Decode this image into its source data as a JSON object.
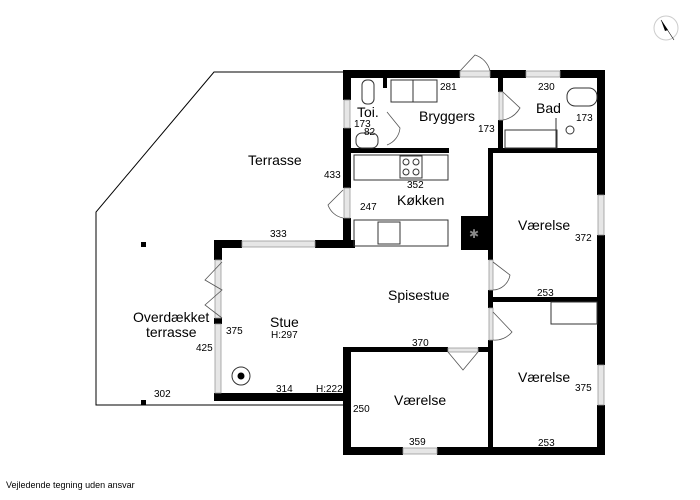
{
  "rooms": {
    "terrasse": "Terrasse",
    "overdaekket_1": "Overdækket",
    "overdaekket_2": "terrasse",
    "toilet": "Toi.",
    "bryggers": "Bryggers",
    "bad": "Bad",
    "koekken": "Køkken",
    "vaerelse_ne": "Værelse",
    "spisestue": "Spisestue",
    "stue": "Stue",
    "stue_height": "H:297",
    "vaerelse_se": "Værelse",
    "vaerelse_s": "Værelse"
  },
  "dimensions": {
    "terrasse_433": "433",
    "terrasse_333": "333",
    "overd_425": "425",
    "overd_302": "302",
    "toilet_173": "173",
    "toilet_82": "82",
    "bryggers_281": "281",
    "bryggers_173": "173",
    "bad_230": "230",
    "bad_173": "173",
    "koekken_352": "352",
    "koekken_247": "247",
    "vaerelse_ne_372": "372",
    "vaerelse_ne_253": "253",
    "stue_375": "375",
    "stue_314": "314",
    "stue_h222": "H:222",
    "spisestue_370": "370",
    "vaerelse_s_250": "250",
    "vaerelse_s_359": "359",
    "vaerelse_se_375": "375",
    "vaerelse_se_253": "253"
  },
  "footer": {
    "disclaimer": "Vejledende tegning uden ansvar"
  },
  "compass": {
    "icon": "compass-icon"
  }
}
